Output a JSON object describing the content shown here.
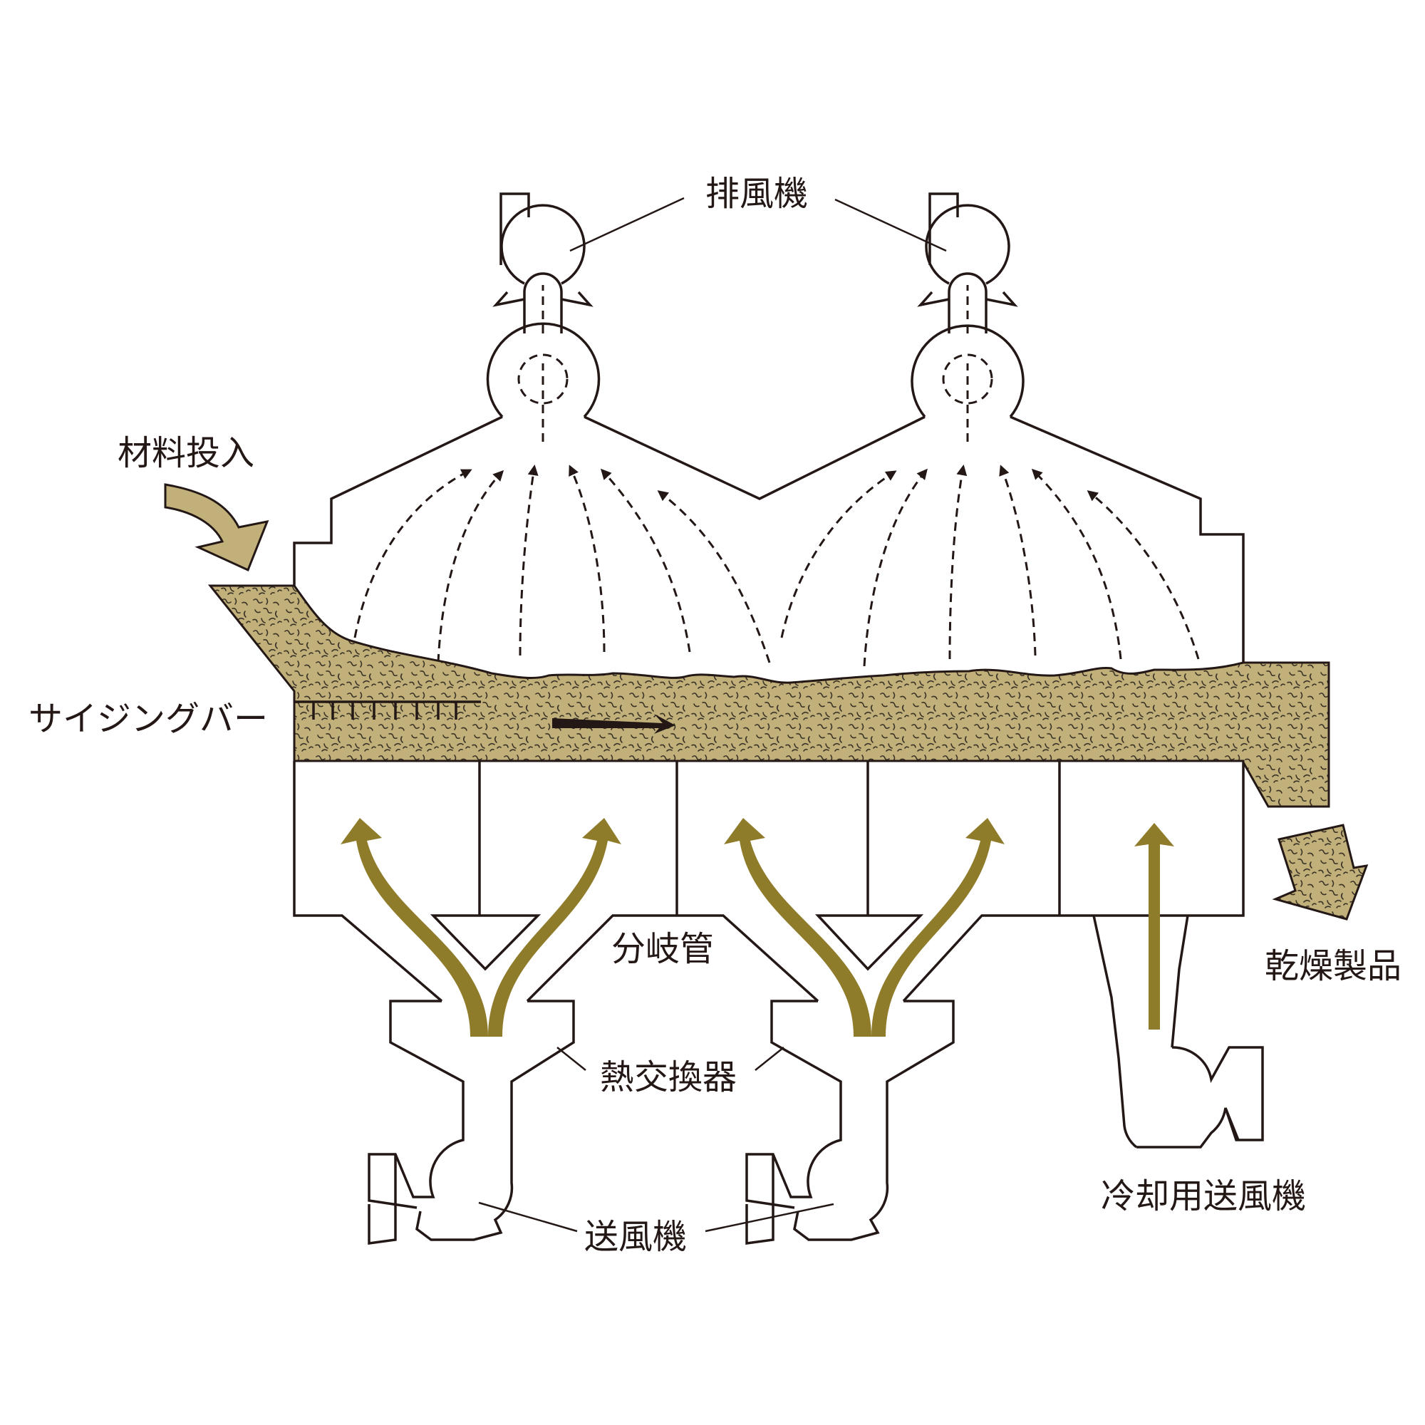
{
  "labels": {
    "exhaust_fan": "排風機",
    "material_input": "材料投入",
    "sizing_bar": "サイジングバー",
    "branch_pipe": "分岐管",
    "dried_product": "乾燥製品",
    "heat_exchanger": "熱交換器",
    "cooling_fan": "冷却用送風機",
    "blower": "送風機"
  },
  "colors": {
    "line": "#231815",
    "material": "#c1b07a",
    "material_texture": "#3a3226",
    "hot_air_arrow": "#8f7c2b",
    "background": "#ffffff"
  }
}
